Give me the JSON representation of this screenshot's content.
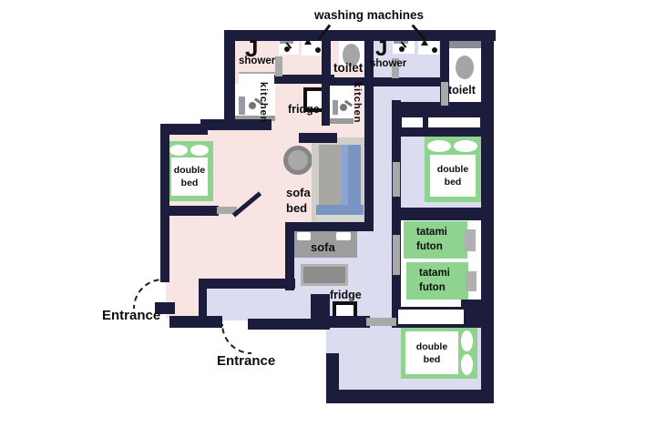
{
  "diagram_type": "apartment floor plan",
  "colors": {
    "wall": "#1c1c3c",
    "left_unit_floor": "#f8e4e2",
    "right_unit_floor": "#dcdcf0",
    "bed_green": "#8ed48e",
    "door_gray": "#a9a9a9",
    "sofa_gray": "#9d9da0",
    "sofa_bed_blue": "#7a94c4",
    "table_gray": "#8c8c8c"
  },
  "icons": {
    "shower_head_glyph": "J"
  },
  "annotations": {
    "washing_machines": "washing machines",
    "entrance_left": "Entrance",
    "entrance_right": "Entrance"
  },
  "rooms": {
    "shower_left": "shower",
    "shower_right": "shower",
    "toilet_left": "toilet",
    "toilet_right": "toielt",
    "kitchen_left": "kitchen",
    "kitchen_right": "kitchen"
  },
  "furniture": {
    "fridge_left": "fridge",
    "fridge_right": "fridge",
    "sofa": "sofa",
    "sofa_bed": {
      "line1": "sofa",
      "line2": "bed"
    },
    "double_bed_left": {
      "line1": "double",
      "line2": "bed"
    },
    "double_bed_right": {
      "line1": "double",
      "line2": "bed"
    },
    "double_bed_bottom": {
      "line1": "double",
      "line2": "bed"
    },
    "tatami_futon_top": {
      "line1": "tatami",
      "line2": "futon"
    },
    "tatami_futon_bottom": {
      "line1": "tatami",
      "line2": "futon"
    }
  }
}
